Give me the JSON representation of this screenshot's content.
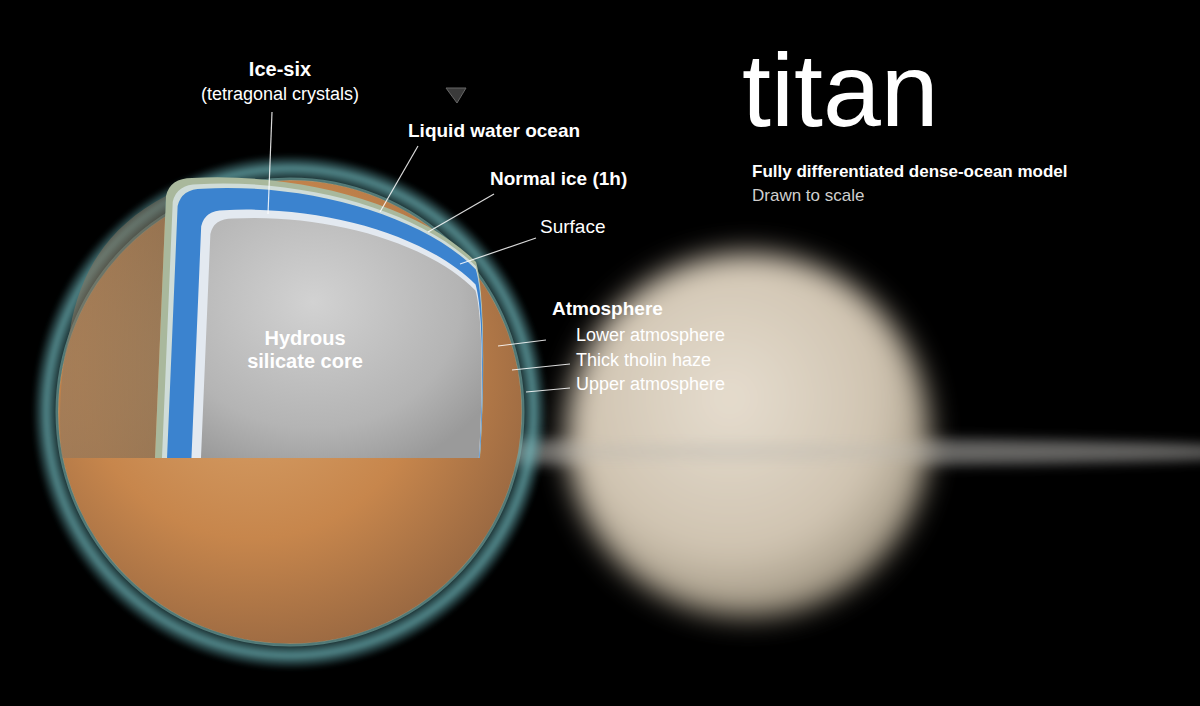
{
  "diagram": {
    "title": "titan",
    "nodes": [
      {
        "text": [
          "Hydrous silicate core"
        ]
      }
    ],
    "labels": [
      "Ice-six",
      "(tetragonal crystals)",
      "Liquid water ocean",
      "Normal ice (1h)",
      "Surface",
      "Atmosphere",
      "Lower atmosphere",
      "Thick tholin haze",
      "Upper atmosphere",
      "Fully differentiated dense-ocean model",
      "Drawn to scale"
    ]
  }
}
